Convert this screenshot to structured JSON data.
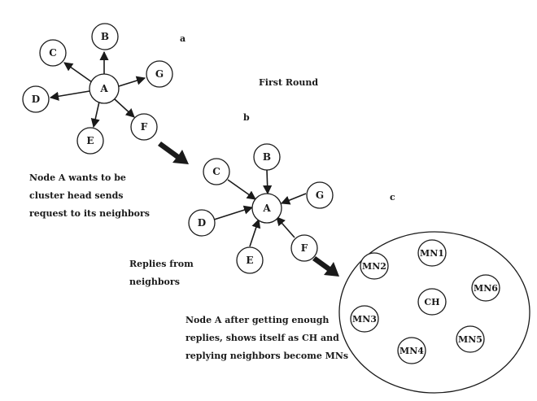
{
  "panel_labels": {
    "a": "a",
    "b": "b",
    "c": "c"
  },
  "round_title": "First Round",
  "panel_a": {
    "center": "A",
    "neighbors": [
      "B",
      "C",
      "D",
      "E",
      "F",
      "G"
    ],
    "caption_lines": [
      "Node A wants to be",
      "cluster head sends",
      "request to its neighbors"
    ]
  },
  "panel_b": {
    "center": "A",
    "neighbors": [
      "B",
      "C",
      "D",
      "E",
      "F",
      "G"
    ],
    "caption_lines": [
      "Replies from",
      "neighbors"
    ]
  },
  "panel_c": {
    "cluster_head": "CH",
    "members": [
      "MN1",
      "MN2",
      "MN3",
      "MN4",
      "MN5",
      "MN6"
    ],
    "caption_lines": [
      "Node A after getting enough",
      "replies, shows itself as CH and",
      "replying neighbors become MNs"
    ]
  },
  "colors": {
    "ink": "#1a1a1a",
    "background": "#ffffff"
  }
}
